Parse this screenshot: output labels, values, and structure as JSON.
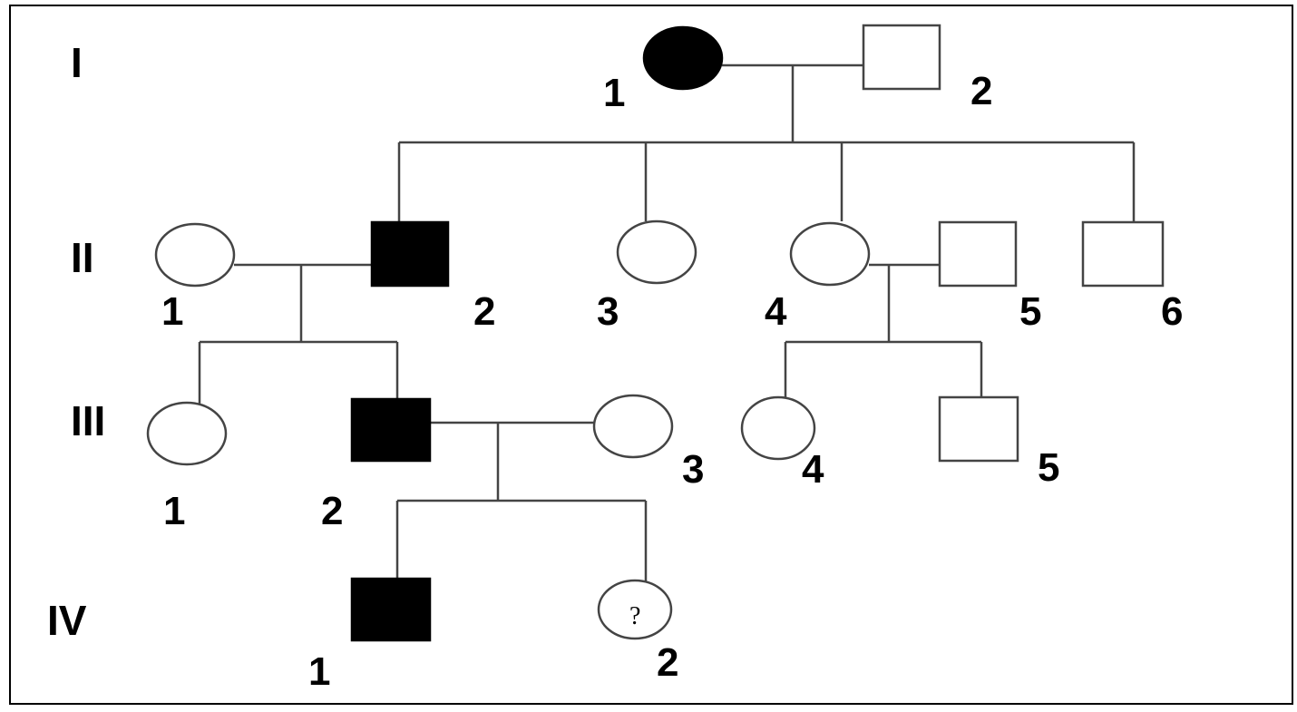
{
  "generations": [
    {
      "label": "I",
      "individuals": [
        {
          "id": "I-1",
          "number": "1",
          "sex": "female",
          "affected": true
        },
        {
          "id": "I-2",
          "number": "2",
          "sex": "male",
          "affected": false
        }
      ]
    },
    {
      "label": "II",
      "individuals": [
        {
          "id": "II-1",
          "number": "1",
          "sex": "female",
          "affected": false
        },
        {
          "id": "II-2",
          "number": "2",
          "sex": "male",
          "affected": true
        },
        {
          "id": "II-3",
          "number": "3",
          "sex": "female",
          "affected": false
        },
        {
          "id": "II-4",
          "number": "4",
          "sex": "female",
          "affected": false
        },
        {
          "id": "II-5",
          "number": "5",
          "sex": "male",
          "affected": false
        },
        {
          "id": "II-6",
          "number": "6",
          "sex": "male",
          "affected": false
        }
      ]
    },
    {
      "label": "III",
      "individuals": [
        {
          "id": "III-1",
          "number": "1",
          "sex": "female",
          "affected": false
        },
        {
          "id": "III-2",
          "number": "2",
          "sex": "male",
          "affected": true
        },
        {
          "id": "III-3",
          "number": "3",
          "sex": "female",
          "affected": false
        },
        {
          "id": "III-4",
          "number": "4",
          "sex": "female",
          "affected": false
        },
        {
          "id": "III-5",
          "number": "5",
          "sex": "male",
          "affected": false
        }
      ]
    },
    {
      "label": "IV",
      "individuals": [
        {
          "id": "IV-1",
          "number": "1",
          "sex": "male",
          "affected": true
        },
        {
          "id": "IV-2",
          "number": "2",
          "sex": "female",
          "affected": false,
          "mark": "?"
        }
      ]
    }
  ],
  "couples": [
    {
      "partners": [
        "I-1",
        "I-2"
      ],
      "children": [
        "II-2",
        "II-3",
        "II-4",
        "II-6"
      ]
    },
    {
      "partners": [
        "II-1",
        "II-2"
      ],
      "children": [
        "III-1",
        "III-2"
      ]
    },
    {
      "partners": [
        "II-4",
        "II-5"
      ],
      "children": [
        "III-4",
        "III-5"
      ]
    },
    {
      "partners": [
        "III-2",
        "III-3"
      ],
      "children": [
        "IV-1",
        "IV-2"
      ]
    }
  ],
  "colors": {
    "affected": "#000000",
    "unaffected": "#ffffff",
    "line": "#444444"
  }
}
